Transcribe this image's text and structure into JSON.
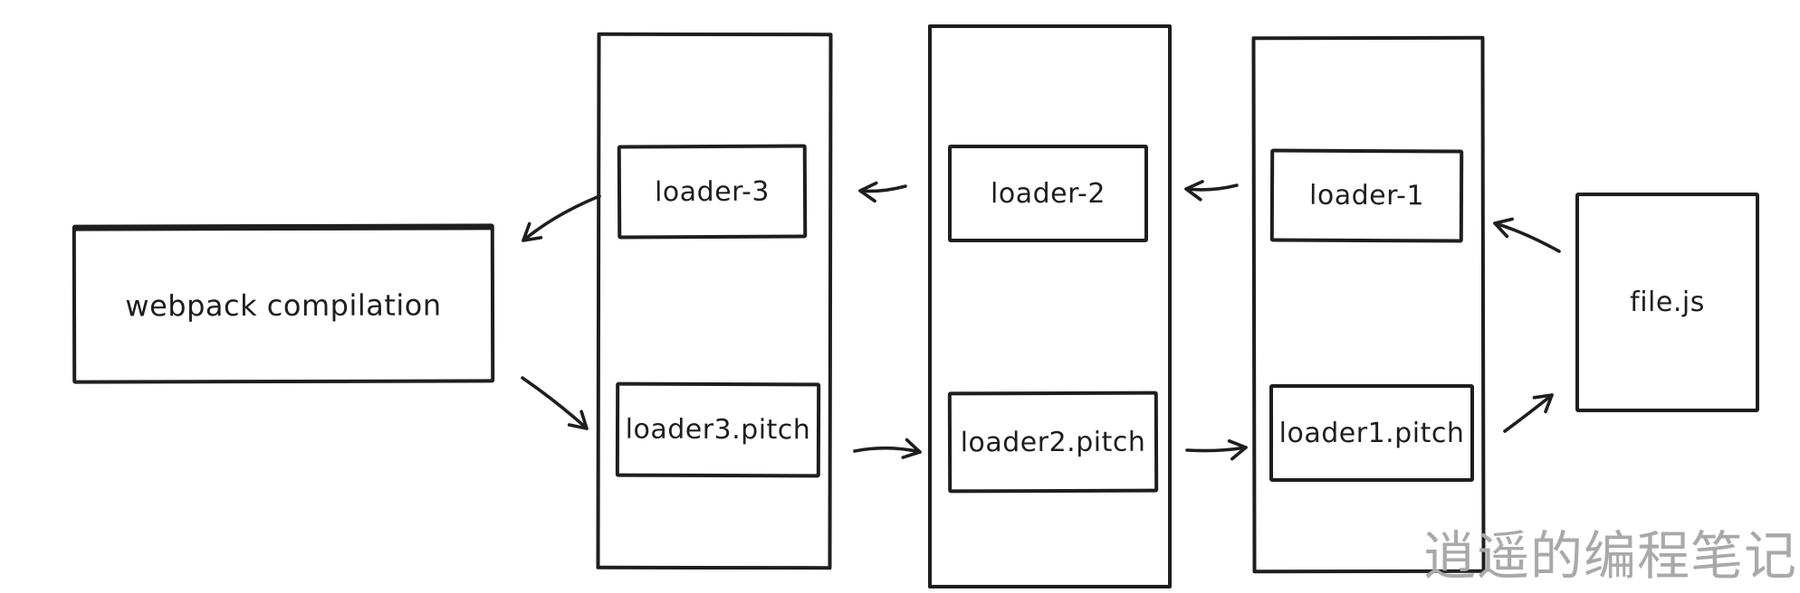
{
  "diagram": {
    "title_hint": "webpack loader execution order (pitch phase then normal phase)",
    "webpack_box": {
      "label": "webpack compilation"
    },
    "lanes": [
      {
        "name": "loader-3-lane",
        "normal_label": "loader-3",
        "pitch_label": "loader3.pitch"
      },
      {
        "name": "loader-2-lane",
        "normal_label": "loader-2",
        "pitch_label": "loader2.pitch"
      },
      {
        "name": "loader-1-lane",
        "normal_label": "loader-1",
        "pitch_label": "loader1.pitch"
      }
    ],
    "file_box": {
      "label": "file.js"
    },
    "arrows": [
      {
        "from": "loader-2",
        "to": "loader-3"
      },
      {
        "from": "loader-1",
        "to": "loader-2"
      },
      {
        "from": "loader3.pitch",
        "to": "loader2.pitch"
      },
      {
        "from": "loader2.pitch",
        "to": "loader1.pitch"
      },
      {
        "from": "loader-3",
        "to": "webpack compilation"
      },
      {
        "from": "webpack compilation",
        "to": "loader3.pitch"
      },
      {
        "from": "file.js",
        "to": "loader-1"
      },
      {
        "from": "loader1.pitch",
        "to": "file.js"
      }
    ],
    "watermark": {
      "text": "逍遥的编程笔记",
      "color": "#a9a9a9"
    },
    "colors": {
      "stroke": "#1e1e1e",
      "background": "#ffffff"
    }
  }
}
